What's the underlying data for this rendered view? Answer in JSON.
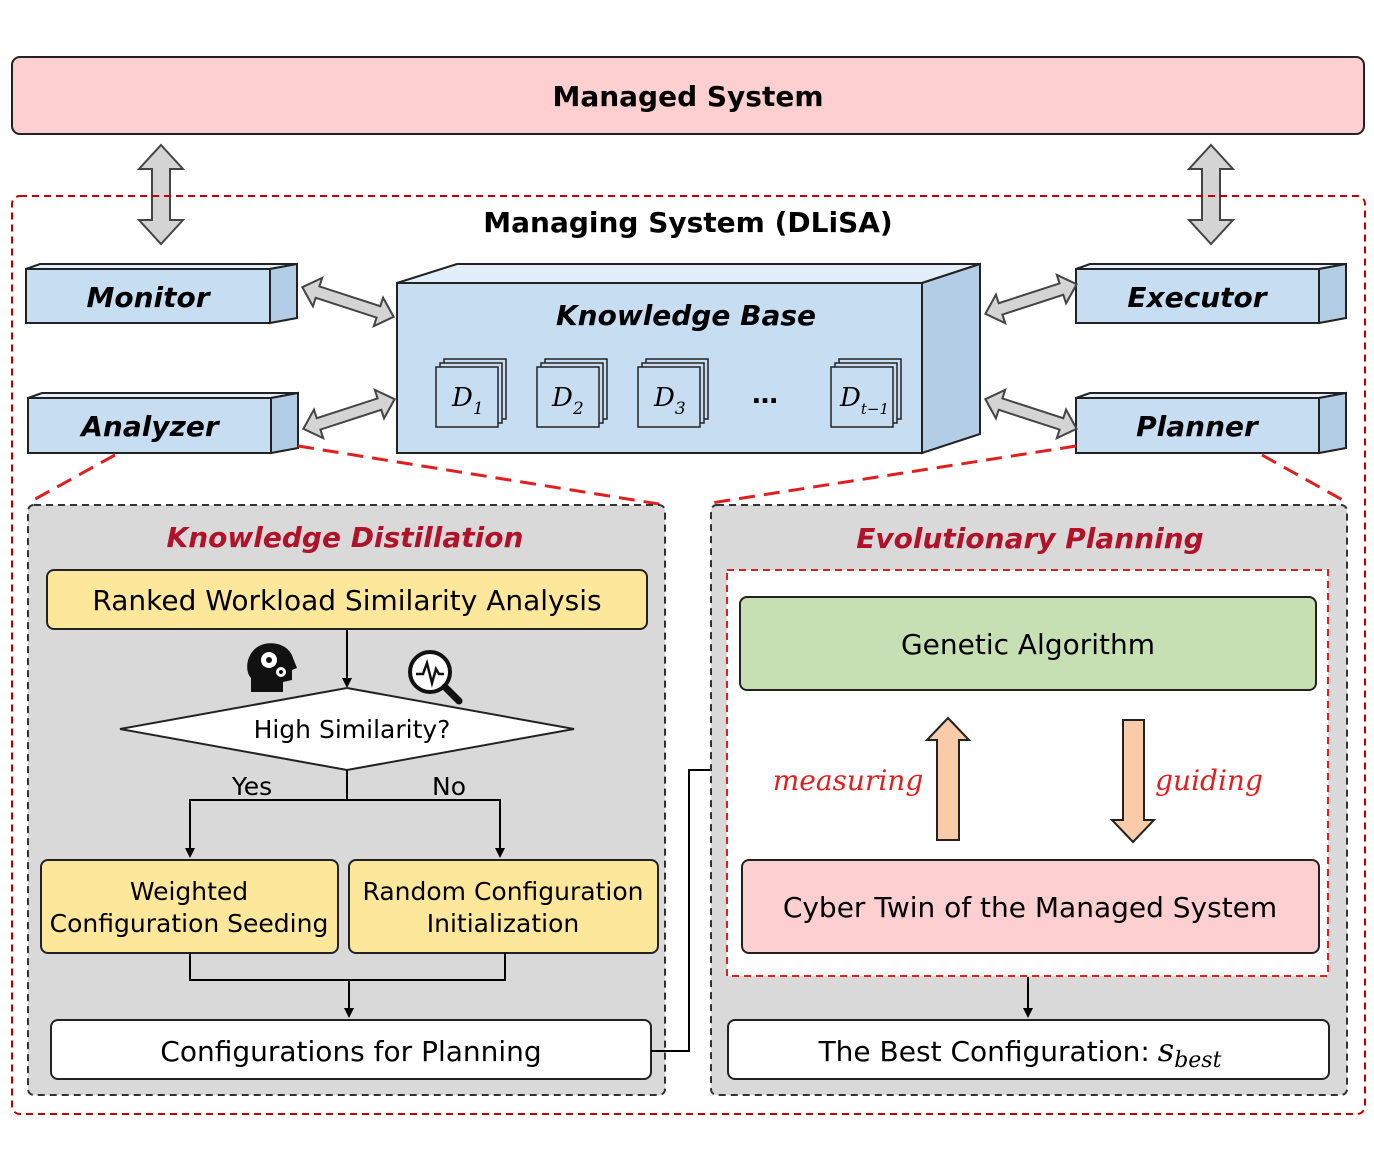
{
  "managed_system": "Managed System",
  "managing_system": "Managing System (DLiSA)",
  "monitor": "Monitor",
  "analyzer": "Analyzer",
  "executor": "Executor",
  "planner": "Planner",
  "knowledge_base": {
    "title": "Knowledge Base",
    "datasets": [
      "D",
      "D",
      "D",
      "D"
    ],
    "subscripts": [
      "1",
      "2",
      "3",
      "t−1"
    ],
    "ellipsis": "…"
  },
  "knowledge_distillation": {
    "title": "Knowledge Distillation",
    "ranked": "Ranked Workload Similarity Analysis",
    "decision": "High Similarity?",
    "yes": "Yes",
    "no": "No",
    "weighted_line1": "Weighted",
    "weighted_line2": "Configuration Seeding",
    "random_line1": "Random Configuration",
    "random_line2": "Initialization",
    "configs": "Configurations for Planning"
  },
  "evolutionary_planning": {
    "title": "Evolutionary Planning",
    "genetic": "Genetic Algorithm",
    "measuring": "measuring",
    "guiding": "guiding",
    "cyber_twin": "Cyber Twin of the Managed System",
    "best_config": "The Best Configuration:",
    "best_symbol": "s",
    "best_sub": "best"
  },
  "colors": {
    "pink": "#fdcfd0",
    "blue": "#c7def2",
    "yellow": "#fde79a",
    "green": "#c6e0b4",
    "gray_panel": "#d9d9d9",
    "red_dashed": "#c00000",
    "title_red": "#b0122a",
    "peach_arrow": "#f9cba9",
    "gray_arrow": "#d4d4d4"
  }
}
